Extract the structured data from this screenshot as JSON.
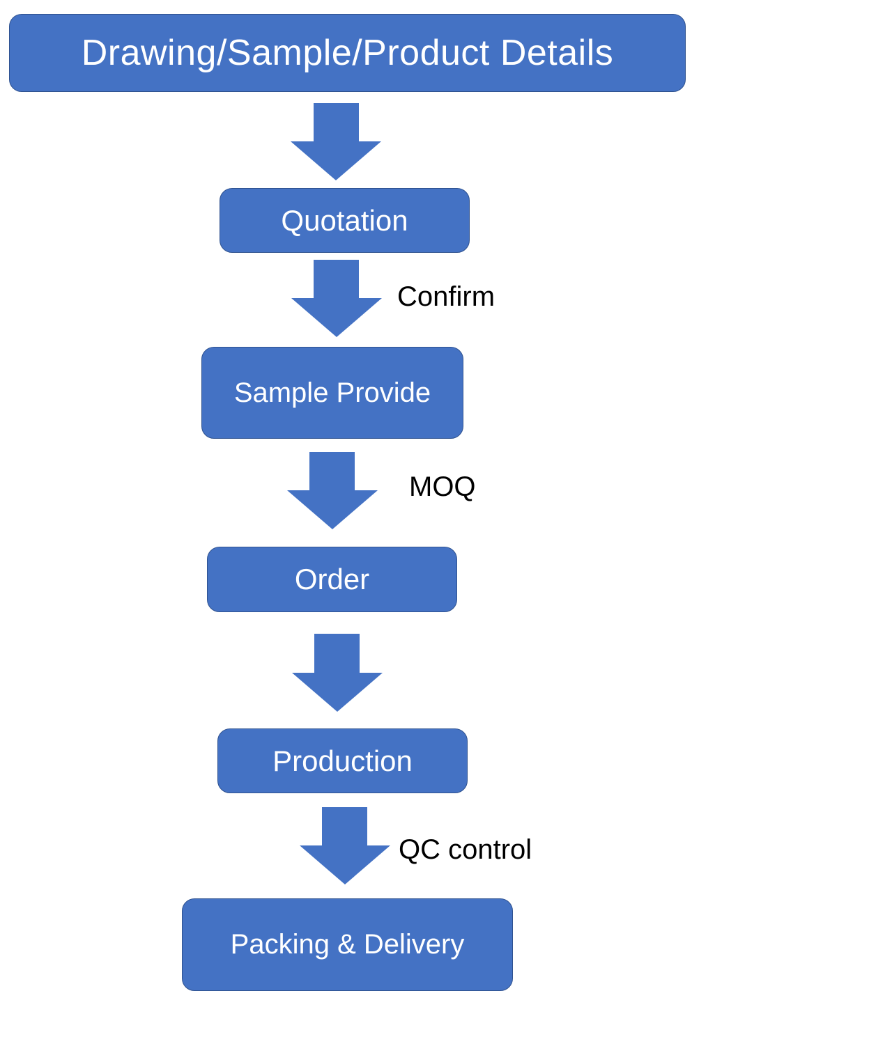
{
  "colors": {
    "box_fill": "#4472C4",
    "box_border": "#2F528F",
    "text": "#FFFFFF",
    "label": "#000000"
  },
  "steps": [
    {
      "label": "Drawing/Sample/Product Details"
    },
    {
      "label": "Quotation"
    },
    {
      "label": "Sample Provide"
    },
    {
      "label": "Order"
    },
    {
      "label": "Production"
    },
    {
      "label": "Packing & Delivery"
    }
  ],
  "transitions": [
    {
      "label": ""
    },
    {
      "label": "Confirm"
    },
    {
      "label": "MOQ"
    },
    {
      "label": ""
    },
    {
      "label": "QC control"
    }
  ]
}
